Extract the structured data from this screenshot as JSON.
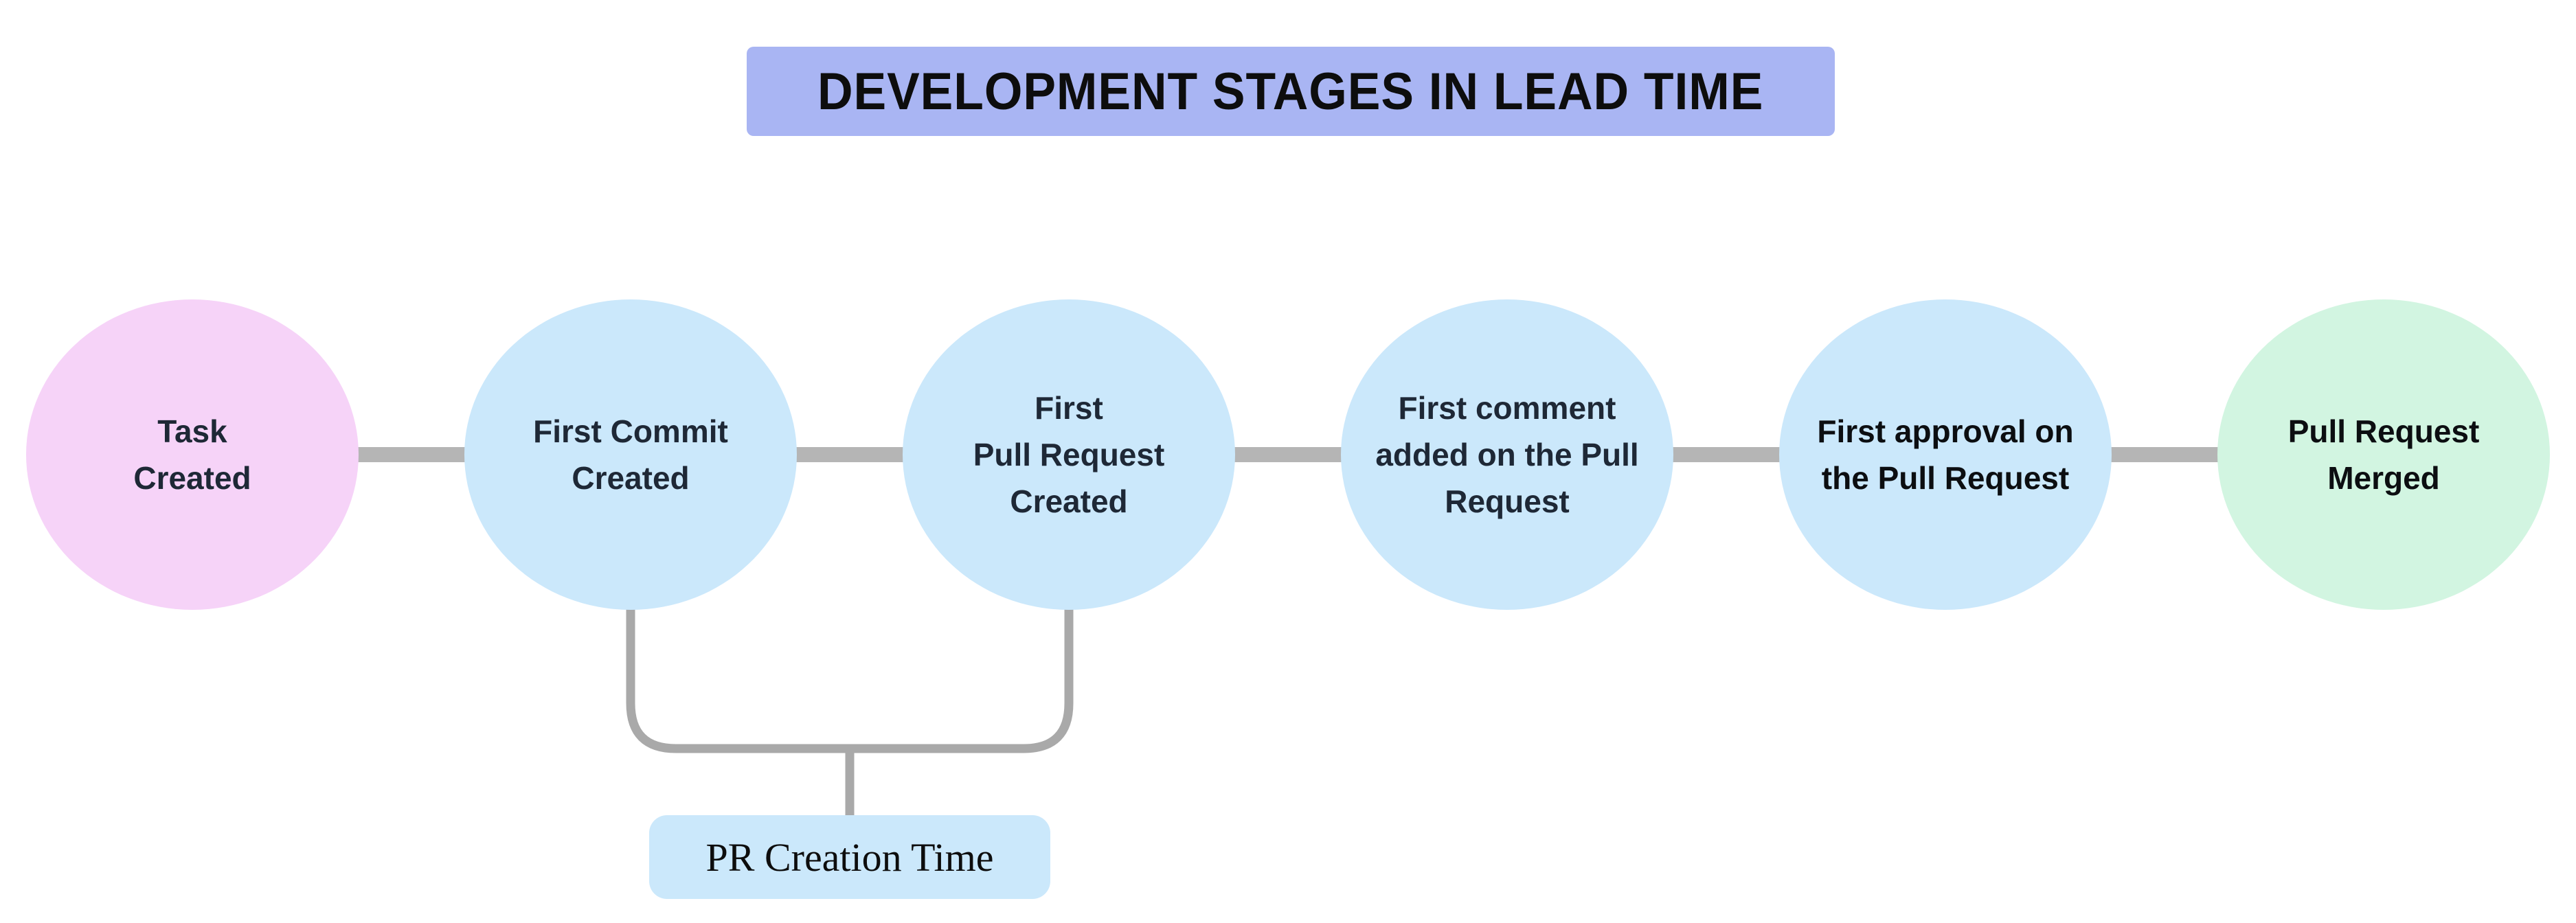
{
  "title": {
    "text": "DEVELOPMENT STAGES IN LEAD TIME",
    "background_color": "#a9b5f3"
  },
  "stages": [
    {
      "label": "Task\nCreated",
      "color": "#f6d3f8"
    },
    {
      "label": "First Commit\nCreated",
      "color": "#cbe8fb"
    },
    {
      "label": "First\nPull Request\nCreated",
      "color": "#cbe8fb"
    },
    {
      "label": "First comment\nadded on the Pull\nRequest",
      "color": "#cbe8fb"
    },
    {
      "label": "First approval on\nthe Pull Request",
      "color": "#cbe8fb"
    },
    {
      "label": "Pull Request\nMerged",
      "color": "#d2f5e1"
    }
  ],
  "bracket": {
    "label": "PR Creation Time",
    "box_color": "#cbe8fb"
  },
  "colors": {
    "connector_gray": "#b5b5b5",
    "bracket_gray": "#a9a9a9",
    "text_dark_navy": "#1e2836",
    "text_black": "#0c0e11",
    "background": "#ffffff"
  }
}
